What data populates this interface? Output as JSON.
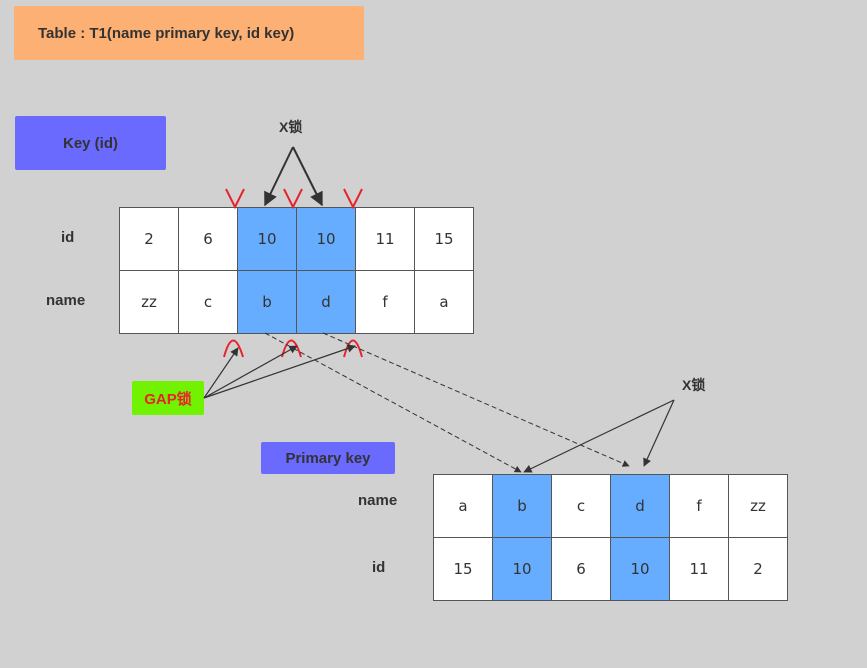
{
  "title": "Table : T1(name  primary  key, id   key)",
  "key_label": "Key  (id)",
  "primary_label": "Primary key",
  "gap_label": "GAP锁",
  "x_lock_top": "X锁",
  "x_lock_bottom": "X锁",
  "secondary_index": {
    "row_labels": [
      "id",
      "name"
    ],
    "ids": [
      "2",
      "6",
      "10",
      "10",
      "11",
      "15"
    ],
    "names": [
      "zz",
      "c",
      "b",
      "d",
      "f",
      "a"
    ],
    "highlight": [
      2,
      3
    ]
  },
  "primary_index": {
    "row_labels": [
      "name",
      "id"
    ],
    "names": [
      "a",
      "b",
      "c",
      "d",
      "f",
      "zz"
    ],
    "ids": [
      "15",
      "10",
      "6",
      "10",
      "11",
      "2"
    ],
    "highlight": [
      1,
      3
    ]
  },
  "colors": {
    "background": "#d1d1d1",
    "title_fill": "#fdb073",
    "key_fill": "#6a6aff",
    "gap_fill": "#71f200",
    "gap_text": "#e8232b",
    "highlight": "#66adff",
    "gap_marker": "#e8232b"
  }
}
